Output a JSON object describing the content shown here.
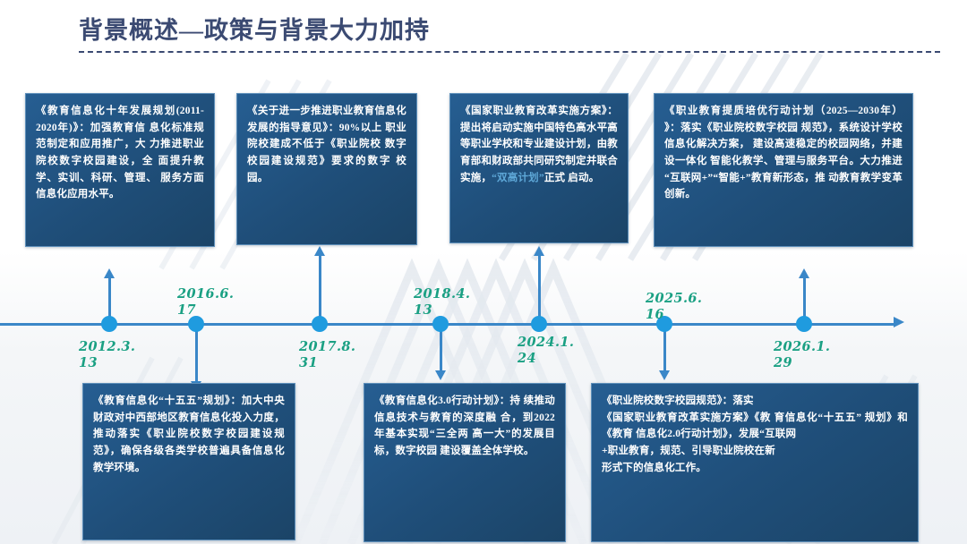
{
  "header": {
    "title": "背景概述—政策与背景大力加持"
  },
  "colors": {
    "title_text": "#3b4a72",
    "card_bg": "#1f4e79",
    "card_text": "#ffffff",
    "card_highlight": "#5ea8d8",
    "timeline_line": "#3a87c8",
    "timeline_dot": "#1f9bdf",
    "date_text": "#1aa083"
  },
  "timeline": {
    "milestones": [
      {
        "date": "2012.3.\n13",
        "label_position": "below",
        "stem_direction": "up"
      },
      {
        "date": "2016.6.\n17",
        "label_position": "above",
        "stem_direction": "down"
      },
      {
        "date": "2017.8.\n31",
        "label_position": "below",
        "stem_direction": "up"
      },
      {
        "date": "2018.4.\n13",
        "label_position": "above",
        "stem_direction": "down"
      },
      {
        "date": "2024.1.\n24",
        "label_position": "below",
        "stem_direction": "up"
      },
      {
        "date": "2025.6.\n16",
        "label_position": "above",
        "stem_direction": "down"
      },
      {
        "date": "2026.1.\n29",
        "label_position": "below",
        "stem_direction": "up"
      }
    ]
  },
  "cards_top": [
    {
      "text": "《教育信息化十年发展规划(2011-2020年)》：加强教育信 息化标准规范制定和应用推广，大 力推进职业院校数字校园建设，全 面提升教学、实训、科研、管理、 服务方面信息化应用水平。"
    },
    {
      "text": "《关于进一步推进职业教育信息化发展的指导意见》：90%以上 职业院校建成不低于《职业院校 数字校园建设规范》要求的数字 校园。"
    },
    {
      "text_before": "《国家职业教育改革实施方案》：提出将启动实施中国特色高水平高等职业学校和专业建设计划，由教育部和财政部共同研究制定并联合实施，",
      "highlight": "“双高计划”",
      "text_after": "正式 启动。"
    },
    {
      "text": "《职业教育提质培优行动计划（2025—2030年） 》：落实《职业院校数字校园 规范》，系统设计学校信息化解决方案， 建设高速稳定的校园网络，并建设一体化 智能化教学、管理与服务平台。大力推进 “互联网+”“智能+”教育新形态，推 动教育教学变革创新。"
    }
  ],
  "cards_bottom": [
    {
      "text": "《教育信息化“十五五”规划》：加大中央财政对中西部地区教育信息化投入力度，推动落实《职业院校数字校园建设规范》，确保各级各类学校普遍具备信息化教学环境。"
    },
    {
      "text": "《教育信息化3.0行动计划》：持 续推动信息技术与教育的深度融 合，到2022年基本实现“三全两 高一大”的发展目标，数字校园 建设覆盖全体学校。"
    },
    {
      "text": "《职业院校数字校园规范》：落实\n《国家职业教育改革实施方案》《教 育信息化“十五五” 规划》和《教育 信息化2.0行动计划》，发展“互联网\n+职业教育，规范、引导职业院校在新\n形式下的信息化工作。"
    }
  ]
}
